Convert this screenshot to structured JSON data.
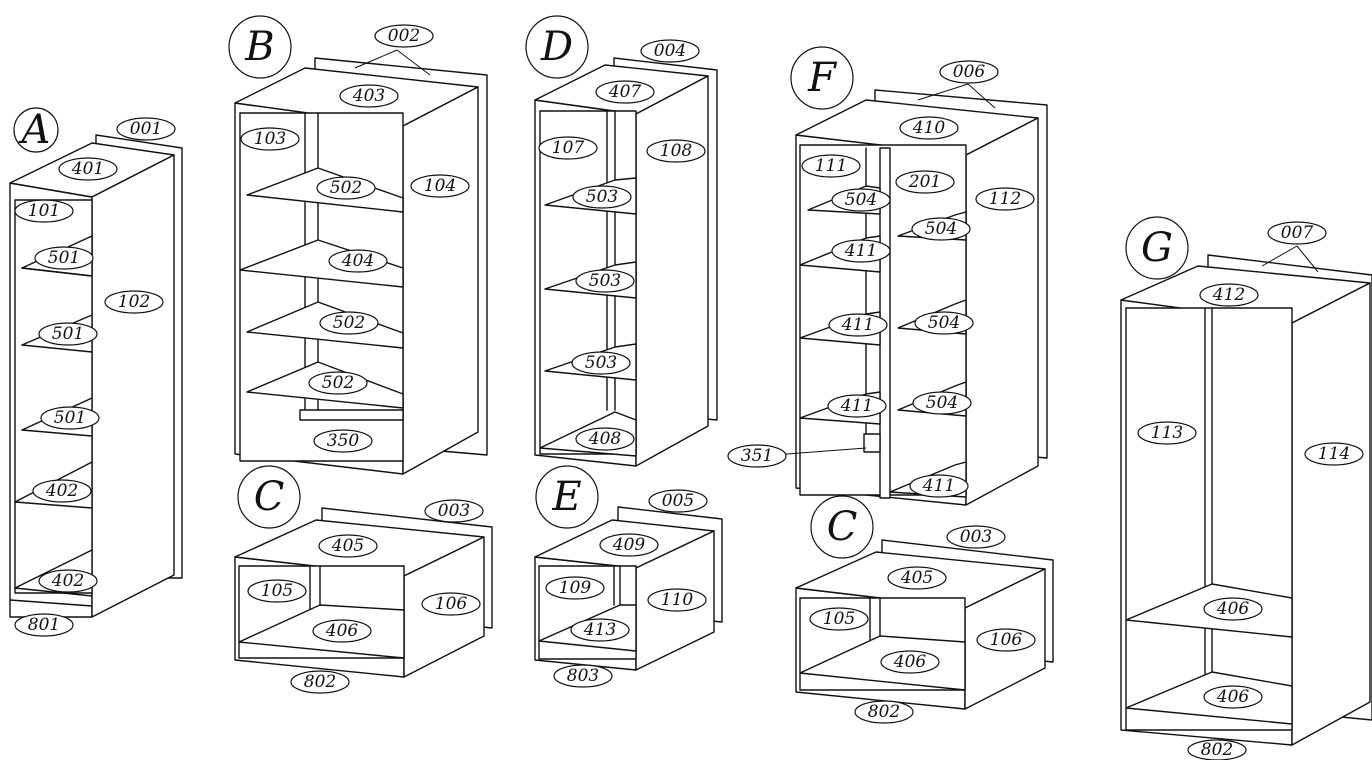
{
  "units": {
    "A": {
      "letter": "A",
      "back": "001",
      "top": "401",
      "left_side": "101",
      "right_side": "102",
      "shelves": [
        "501",
        "501",
        "501"
      ],
      "fixed": [
        "402",
        "402"
      ],
      "base": "801"
    },
    "B": {
      "letter": "B",
      "back": "002",
      "top": "403",
      "left_side": "103",
      "right_side": "104",
      "mid": "404",
      "shelves": [
        "502",
        "502",
        "502"
      ],
      "rail": "350"
    },
    "C1": {
      "letter": "C",
      "back": "003",
      "top": "405",
      "left_side": "105",
      "right_side": "106",
      "bottom": "406",
      "base": "802"
    },
    "D": {
      "letter": "D",
      "back": "004",
      "top": "407",
      "left_side": "107",
      "right_side": "108",
      "shelves": [
        "503",
        "503",
        "503"
      ],
      "bottom": "408"
    },
    "E": {
      "letter": "E",
      "back": "005",
      "top": "409",
      "left_side": "109",
      "right_side": "110",
      "bottom": "413",
      "base": "803"
    },
    "F": {
      "letter": "F",
      "back": "006",
      "top": "410",
      "left_side": "111",
      "right_side": "112",
      "divider": "201",
      "shelves_left": [
        "504",
        "411",
        "411",
        "411"
      ],
      "shelves_right": [
        "504",
        "504",
        "504",
        "411"
      ],
      "rail": "351"
    },
    "C2": {
      "letter": "C",
      "back": "003",
      "top": "405",
      "left_side": "105",
      "right_side": "106",
      "bottom": "406",
      "base": "802"
    },
    "G": {
      "letter": "G",
      "back": "007",
      "top": "412",
      "left_side": "113",
      "right_side": "114",
      "shelf": "406",
      "bottom": "406",
      "base": "802"
    }
  }
}
